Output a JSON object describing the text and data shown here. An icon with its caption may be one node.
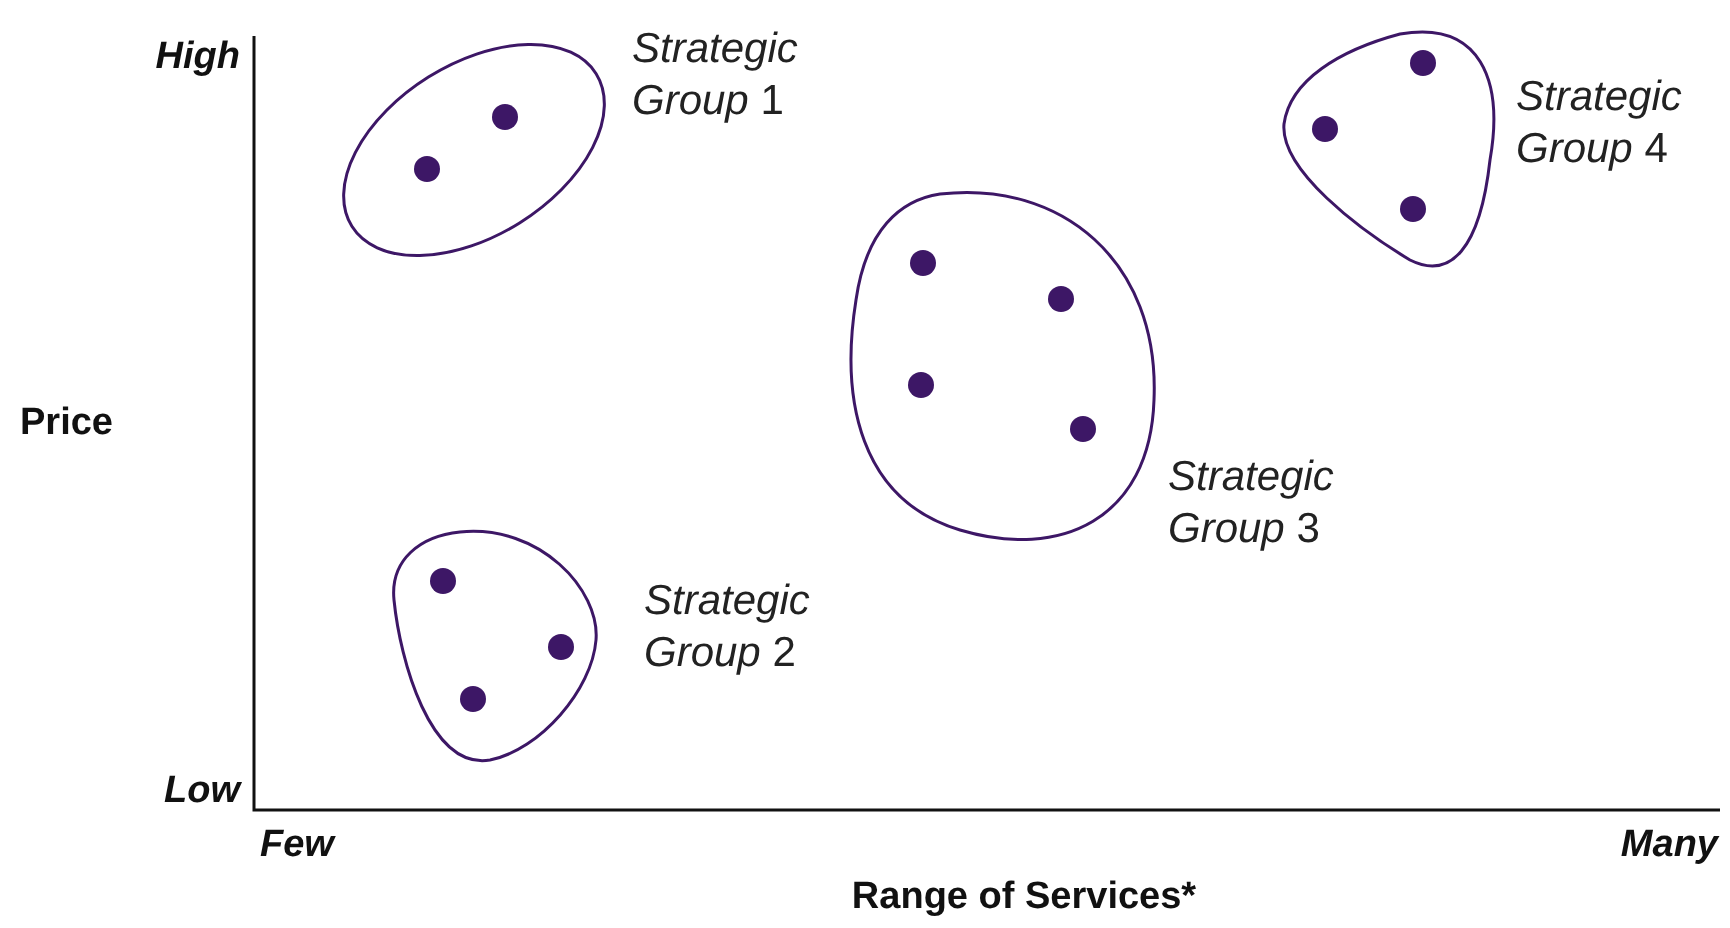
{
  "diagram": {
    "nodes": [
      {
        "text": [
          "*Strategic Group* 1"
        ]
      },
      {
        "text": [],
        "shape": "circle",
        "in": 0
      },
      {
        "text": [],
        "shape": "circle",
        "in": 0
      },
      {
        "text": [
          "*Strategic Group* 4"
        ]
      },
      {
        "text": [],
        "shape": "circle",
        "in": 3
      },
      {
        "text": [],
        "shape": "circle",
        "in": 3
      },
      {
        "text": [],
        "shape": "circle",
        "in": 3
      },
      {
        "text": [
          "*Strategic Group* 3"
        ]
      },
      {
        "text": [],
        "shape": "circle",
        "in": 7
      },
      {
        "text": [],
        "shape": "circle",
        "in": 7
      },
      {
        "text": [],
        "shape": "circle",
        "in": 7
      },
      {
        "text": [],
        "shape": "circle",
        "in": 7
      },
      {
        "text": [
          "*Strategic Group* 2"
        ]
      },
      {
        "text": [],
        "shape": "circle",
        "in": 12
      },
      {
        "text": [],
        "shape": "circle",
        "in": 12
      },
      {
        "text": [],
        "shape": "circle",
        "in": 12
      }
    ],
    "edges": [],
    "labels": [
      "High",
      "Price",
      "Low",
      "Few",
      "Many",
      "Range of Services*"
    ]
  }
}
